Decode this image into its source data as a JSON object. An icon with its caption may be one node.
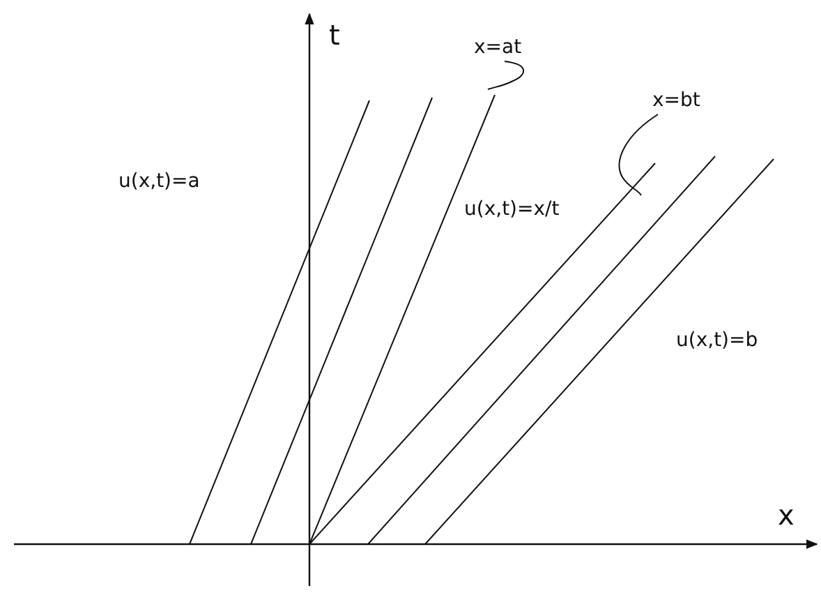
{
  "diagram": {
    "nodes": [
      {
        "text": [
          "x=at"
        ]
      },
      {
        "text": [
          "x=bt"
        ]
      }
    ],
    "edges": [
      {
        "from": 0,
        "to": null,
        "arrow": "none"
      },
      {
        "from": 1,
        "to": null,
        "arrow": "none"
      }
    ],
    "labels": [
      "t",
      "u(x,t)=a",
      "u(x,t)=x/t",
      "u(x,t)=b",
      "x"
    ]
  }
}
